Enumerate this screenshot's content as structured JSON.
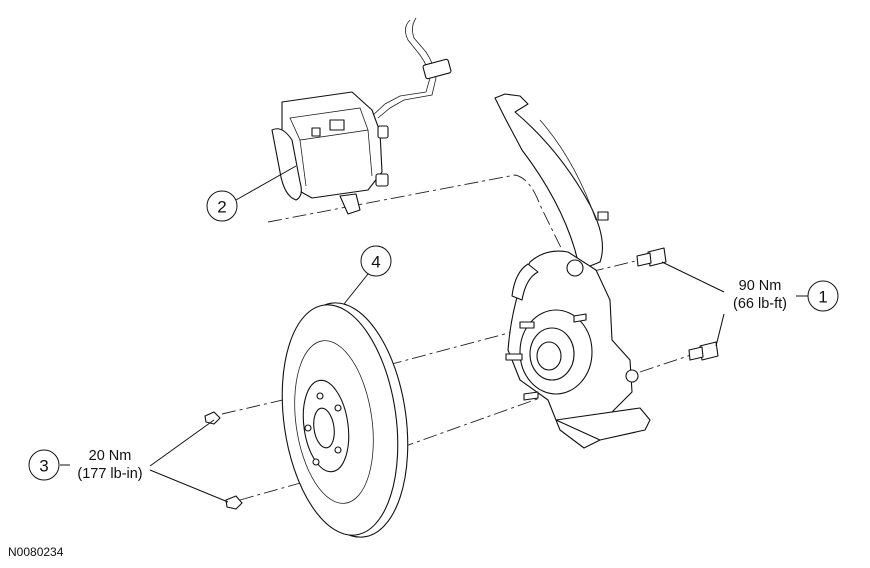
{
  "callouts": [
    {
      "number": "1",
      "torque_nm": "90 Nm",
      "torque_imperial": "(66 lb-ft)"
    },
    {
      "number": "2"
    },
    {
      "number": "3",
      "torque_nm": "20 Nm",
      "torque_imperial": "(177 lb-in)"
    },
    {
      "number": "4"
    }
  ],
  "figure_id": "N0080234"
}
